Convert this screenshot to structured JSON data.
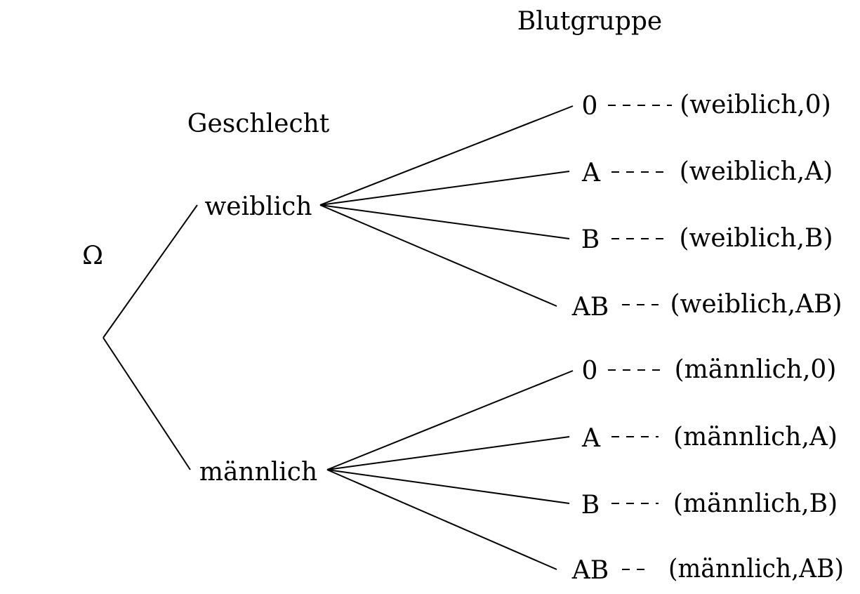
{
  "headers": {
    "level1": "Geschlecht",
    "level2": "Blutgruppe"
  },
  "root": "Ω",
  "branches": [
    {
      "label": "weiblich",
      "children": [
        {
          "label": "0",
          "outcome": "(weiblich,0)"
        },
        {
          "label": "A",
          "outcome": "(weiblich,A)"
        },
        {
          "label": "B",
          "outcome": "(weiblich,B)"
        },
        {
          "label": "AB",
          "outcome": "(weiblich,AB)"
        }
      ]
    },
    {
      "label": "männlich",
      "children": [
        {
          "label": "0",
          "outcome": "(männlich,0)"
        },
        {
          "label": "A",
          "outcome": "(männlich,A)"
        },
        {
          "label": "B",
          "outcome": "(männlich,B)"
        },
        {
          "label": "AB",
          "outcome": "(männlich,AB)"
        }
      ]
    }
  ]
}
